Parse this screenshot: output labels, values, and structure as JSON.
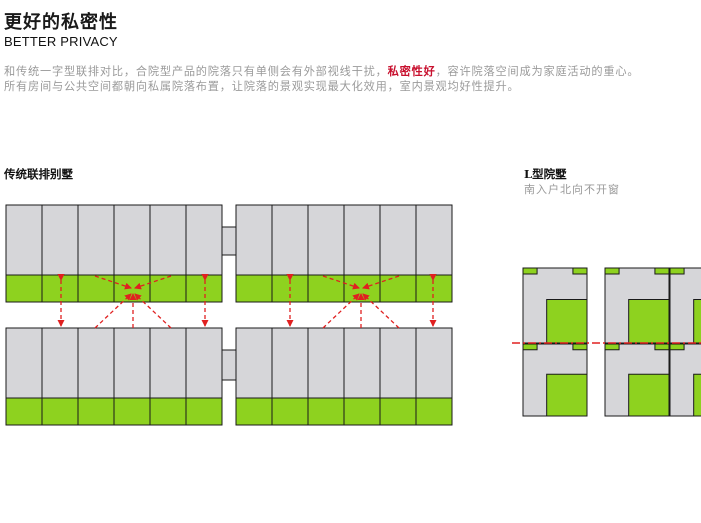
{
  "header": {
    "title_cn": "更好的私密性",
    "title_en": "BETTER PRIVACY"
  },
  "description": {
    "part1": "和传统一字型联排对比，合院型产品的院落只有单侧会有外部视线干扰，",
    "highlight": "私密性好",
    "part2": "，容许院落空间成为家庭活动的重心。所有房间与公共空间都朝向私属院落布置，让院落的景观实现最大化效用，室内景观均好性提升。"
  },
  "left_panel": {
    "label": "传统联排别墅"
  },
  "right_panel": {
    "label": "L型院墅",
    "sublabel": "南入户北向不开窗"
  },
  "colors": {
    "building": "#d6d6d9",
    "garden": "#8ed21f",
    "outline": "#1a1a1a",
    "sightline": "#e02020",
    "highlight_text": "#c8102e",
    "body_text": "#9a9a9a"
  }
}
